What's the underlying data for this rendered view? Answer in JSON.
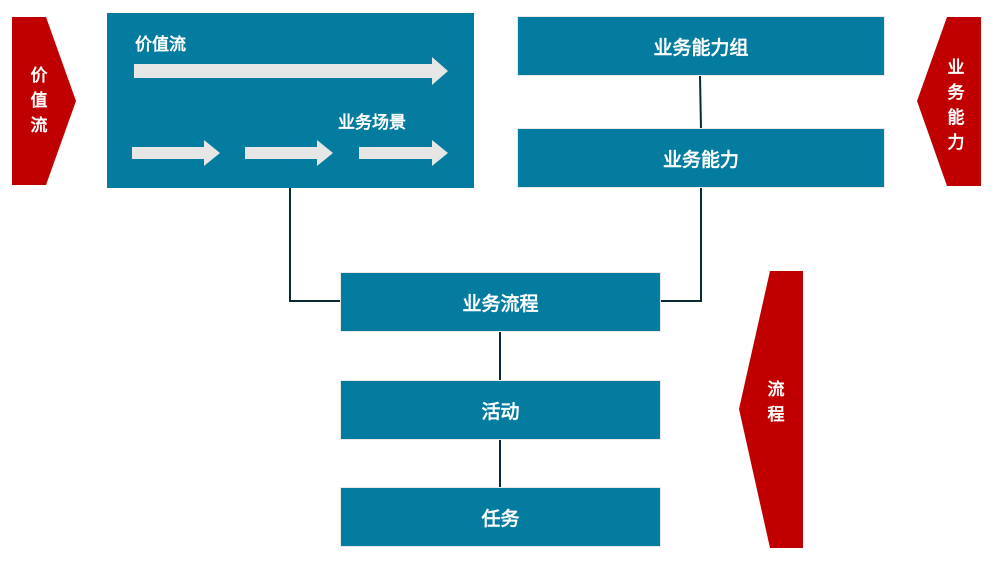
{
  "value_stream": {
    "title": "价值流",
    "scenario_label": "业务场景"
  },
  "nodes": {
    "capability_group": "业务能力组",
    "capability": "业务能力",
    "business_process": "业务流程",
    "activity": "活动",
    "task": "任务"
  },
  "side_tags": {
    "value_stream": "价\n值\n流",
    "business_capability": "业\n务\n能\n力",
    "process": "流\n程"
  },
  "colors": {
    "box_fill": "#037ca0",
    "tag_fill": "#c00000",
    "arrow_fill": "#e6e6e6",
    "connector": "#0b2a36"
  }
}
